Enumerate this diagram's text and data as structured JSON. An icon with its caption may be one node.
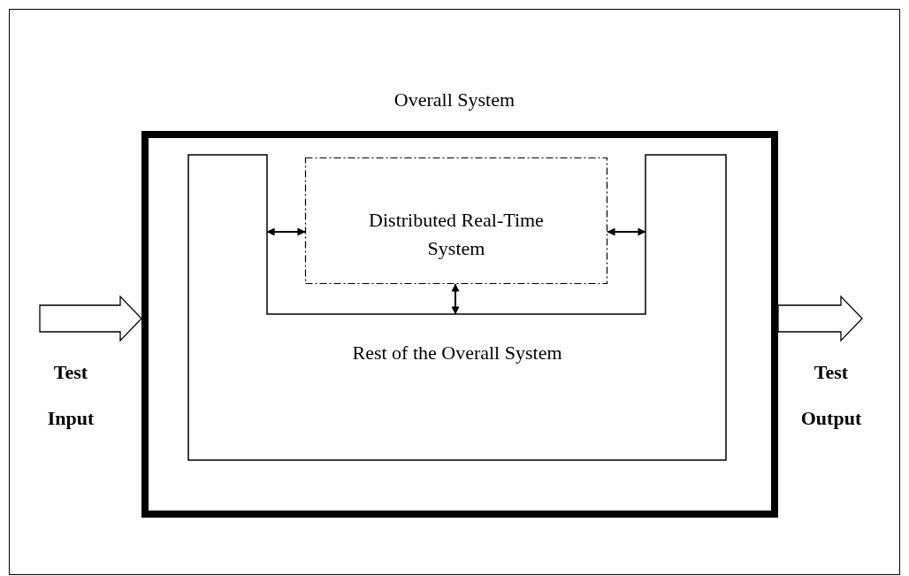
{
  "diagram": {
    "nodes": [
      {
        "text": [
          "Overall System"
        ]
      },
      {
        "text": [],
        "shape": "box",
        "in": 0
      },
      {
        "text": [
          "Rest of the Overall System"
        ],
        "in": 1
      },
      {
        "text": [
          "Distributed Real-Time System"
        ],
        "in": 1
      }
    ],
    "edges": [
      {
        "from": 3,
        "to": 2,
        "arrow": "both"
      },
      {
        "from": 3,
        "to": 2,
        "arrow": "both"
      },
      {
        "from": 3,
        "to": 2,
        "arrow": "both"
      },
      {
        "from": null,
        "to": 1,
        "arrow": "to"
      },
      {
        "from": 1,
        "to": null,
        "arrow": "to"
      }
    ],
    "labels": [
      "Test Input",
      "Test Output"
    ]
  }
}
